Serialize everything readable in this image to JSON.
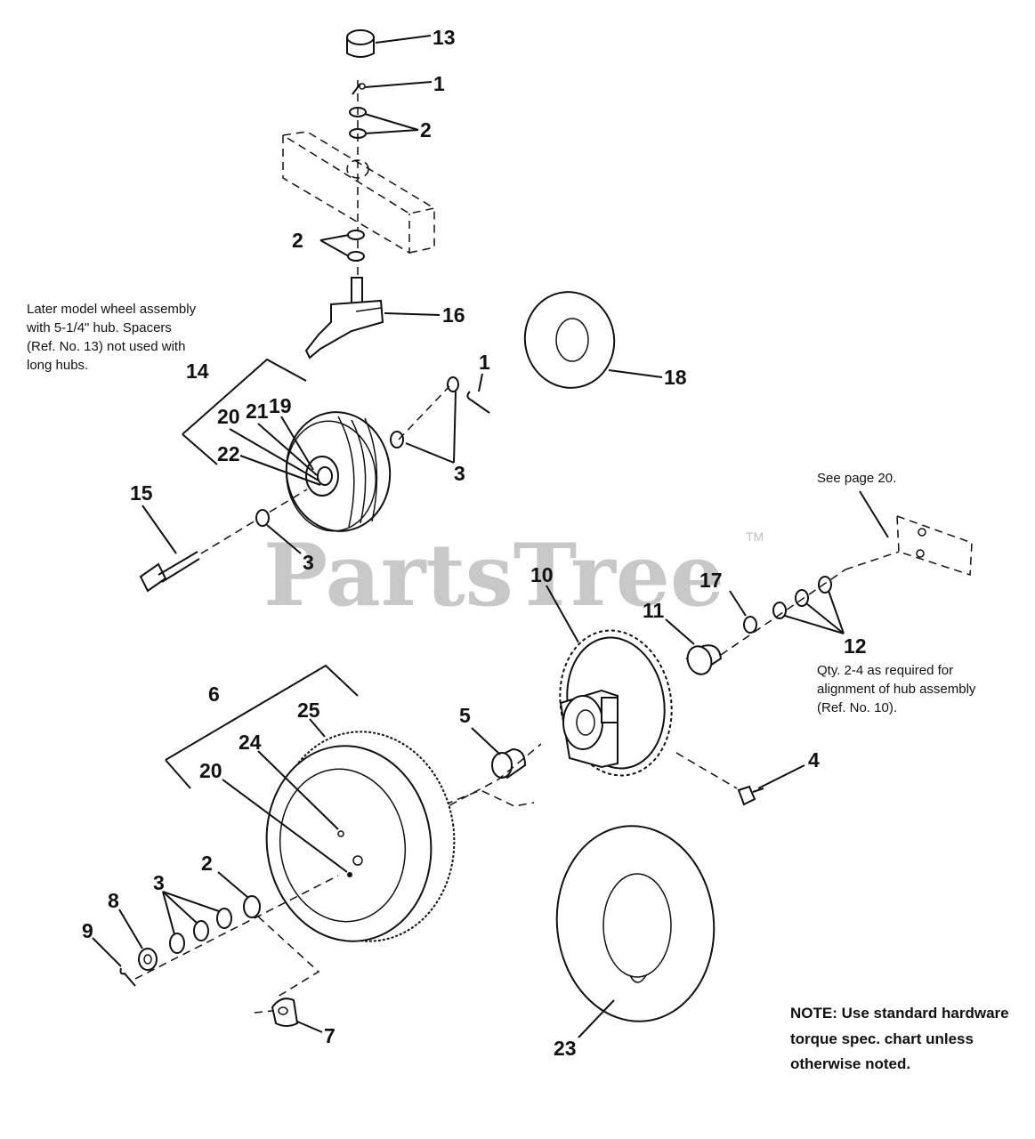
{
  "watermark": {
    "text": "PartsTree",
    "trademark": "TM"
  },
  "callouts": {
    "c1a": "1",
    "c1b": "1",
    "c2a": "2",
    "c2b": "2",
    "c2c": "2",
    "c3a": "3",
    "c3b": "3",
    "c3c": "3",
    "c4": "4",
    "c5": "5",
    "c6": "6",
    "c7": "7",
    "c8": "8",
    "c9": "9",
    "c10": "10",
    "c11": "11",
    "c12": "12",
    "c13": "13",
    "c14": "14",
    "c15": "15",
    "c16": "16",
    "c17": "17",
    "c18": "18",
    "c19": "19",
    "c20a": "20",
    "c20b": "20",
    "c21": "21",
    "c22": "22",
    "c23": "23",
    "c24": "24",
    "c25": "25"
  },
  "notes": {
    "later_model": [
      "Later model wheel assembly",
      "with 5-1/4\" hub. Spacers",
      "(Ref. No. 13) not used with",
      "long hubs."
    ],
    "see_page": "See page 20.",
    "qty": [
      "Qty. 2-4 as required for",
      "alignment of hub assembly",
      "(Ref. No. 10)."
    ],
    "torque": [
      "NOTE: Use standard hardware",
      "torque spec. chart unless",
      "otherwise noted."
    ]
  }
}
